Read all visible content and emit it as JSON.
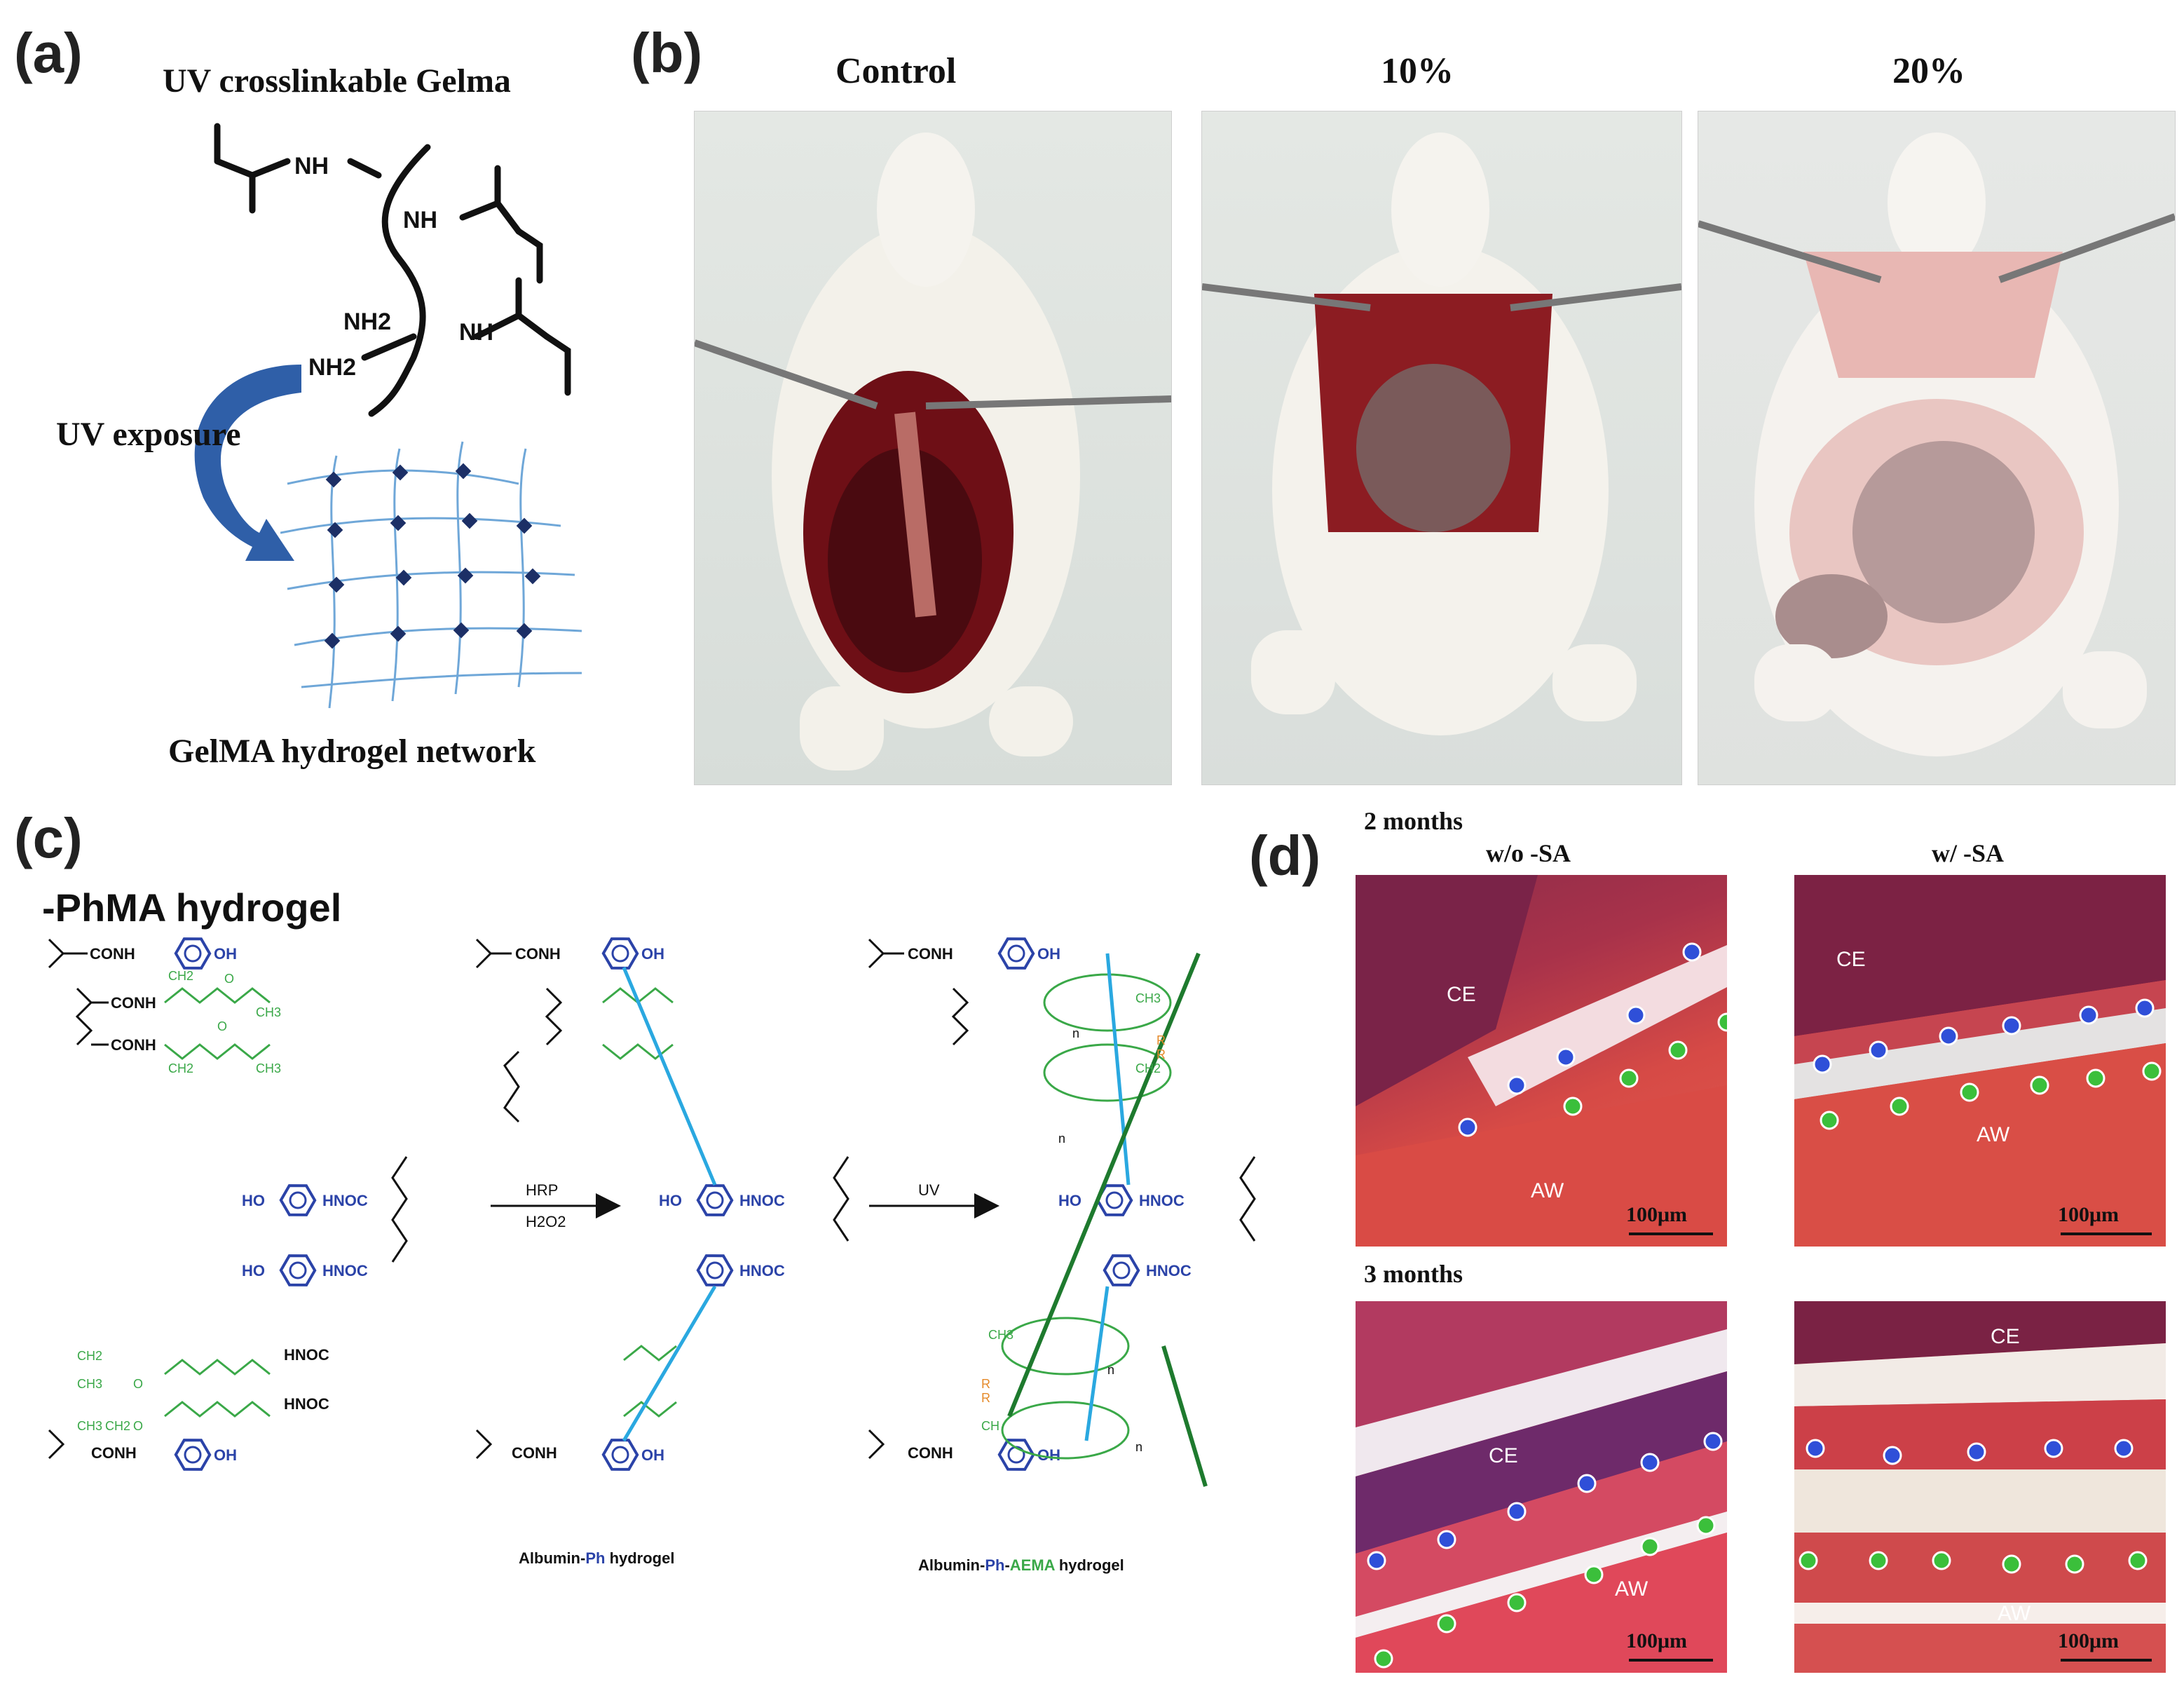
{
  "panel_a": {
    "letter": "(a)",
    "title": "UV crosslinkable Gelma",
    "exposure_label": "UV exposure",
    "network_label": "GelMA hydrogel network",
    "groups": [
      "NH",
      "NH",
      "NH2",
      "NH",
      "NH2"
    ]
  },
  "panel_b": {
    "letter": "(b)",
    "columns": [
      "Control",
      "10%",
      "20%"
    ]
  },
  "panel_c": {
    "letter": "(c)",
    "title": "-PhMA hydrogel",
    "reagents_1": [
      "HRP",
      "H2O2"
    ],
    "reagent_2": "UV",
    "caption_1_prefix": "Albumin-",
    "caption_1_ph": "Ph",
    "caption_1_suffix": " hydrogel",
    "caption_2_prefix": "Albumin-",
    "caption_2_ph": "Ph",
    "caption_2_mid": "-",
    "caption_2_aema": "AEMA",
    "caption_2_suffix": " hydrogel",
    "labels": {
      "conh": "CONH",
      "hnoc": "HNOC",
      "oh": "OH",
      "ho": "HO",
      "ch2": "CH2",
      "ch3": "CH3",
      "o": "O",
      "n": "n",
      "r": "R",
      "ch": "CH"
    }
  },
  "panel_d": {
    "letter": "(d)",
    "row1_label": "2 months",
    "row2_label": "3 months",
    "col1": "w/o -SA",
    "col2": "w/ -SA",
    "ce": "CE",
    "aw": "AW",
    "scale": "100μm"
  },
  "colors": {
    "blue_ring": "#2b43a8",
    "green_chain": "#3aa848",
    "cyan_link": "#2aa8e0",
    "dark_green_line": "#1e7a2e",
    "orange_r": "#e58a2a",
    "uv_arrow": "#2f5fa8",
    "network": "#6fa7d8",
    "node": "#1c2f66"
  }
}
